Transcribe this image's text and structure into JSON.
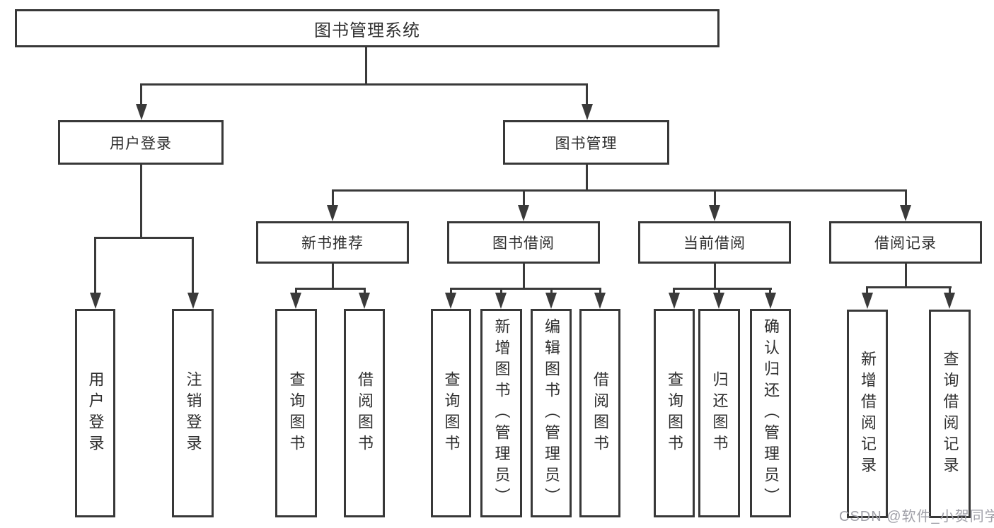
{
  "diagram": {
    "title": "图书管理系统",
    "root": {
      "id": "library-management-system",
      "label": "图书管理系统"
    },
    "level2": [
      {
        "id": "user-login",
        "label": "用户登录",
        "parent": "library-management-system"
      },
      {
        "id": "book-management",
        "label": "图书管理",
        "parent": "library-management-system"
      }
    ],
    "level3": [
      {
        "id": "new-book-recommend",
        "label": "新书推荐",
        "parent": "book-management"
      },
      {
        "id": "book-borrow",
        "label": "图书借阅",
        "parent": "book-management"
      },
      {
        "id": "current-borrow",
        "label": "当前借阅",
        "parent": "book-management"
      },
      {
        "id": "borrow-records",
        "label": "借阅记录",
        "parent": "book-management"
      }
    ],
    "leaves": [
      {
        "label": "用户登录",
        "parent": "user-login"
      },
      {
        "label": "注销登录",
        "parent": "user-login"
      },
      {
        "label": "查询图书",
        "parent": "new-book-recommend"
      },
      {
        "label": "借阅图书",
        "parent": "new-book-recommend"
      },
      {
        "label": "查询图书",
        "parent": "book-borrow"
      },
      {
        "label": "新增图书（管理员）",
        "parent": "book-borrow"
      },
      {
        "label": "编辑图书（管理员）",
        "parent": "book-borrow"
      },
      {
        "label": "借阅图书",
        "parent": "book-borrow"
      },
      {
        "label": "查询图书",
        "parent": "current-borrow"
      },
      {
        "label": "归还图书",
        "parent": "current-borrow"
      },
      {
        "label": "确认归还（管理员）",
        "parent": "current-borrow"
      },
      {
        "label": "新增借阅记录",
        "parent": "borrow-records"
      },
      {
        "label": "查询借阅记录",
        "parent": "borrow-records"
      }
    ]
  },
  "colors": {
    "line": "#3a3a3a",
    "box_border": "#383838",
    "text": "#2f2f2f",
    "background": "#ffffff",
    "watermark": "#a0a0a8"
  },
  "watermark": {
    "text": "CSDN @软件_小贺同学"
  }
}
